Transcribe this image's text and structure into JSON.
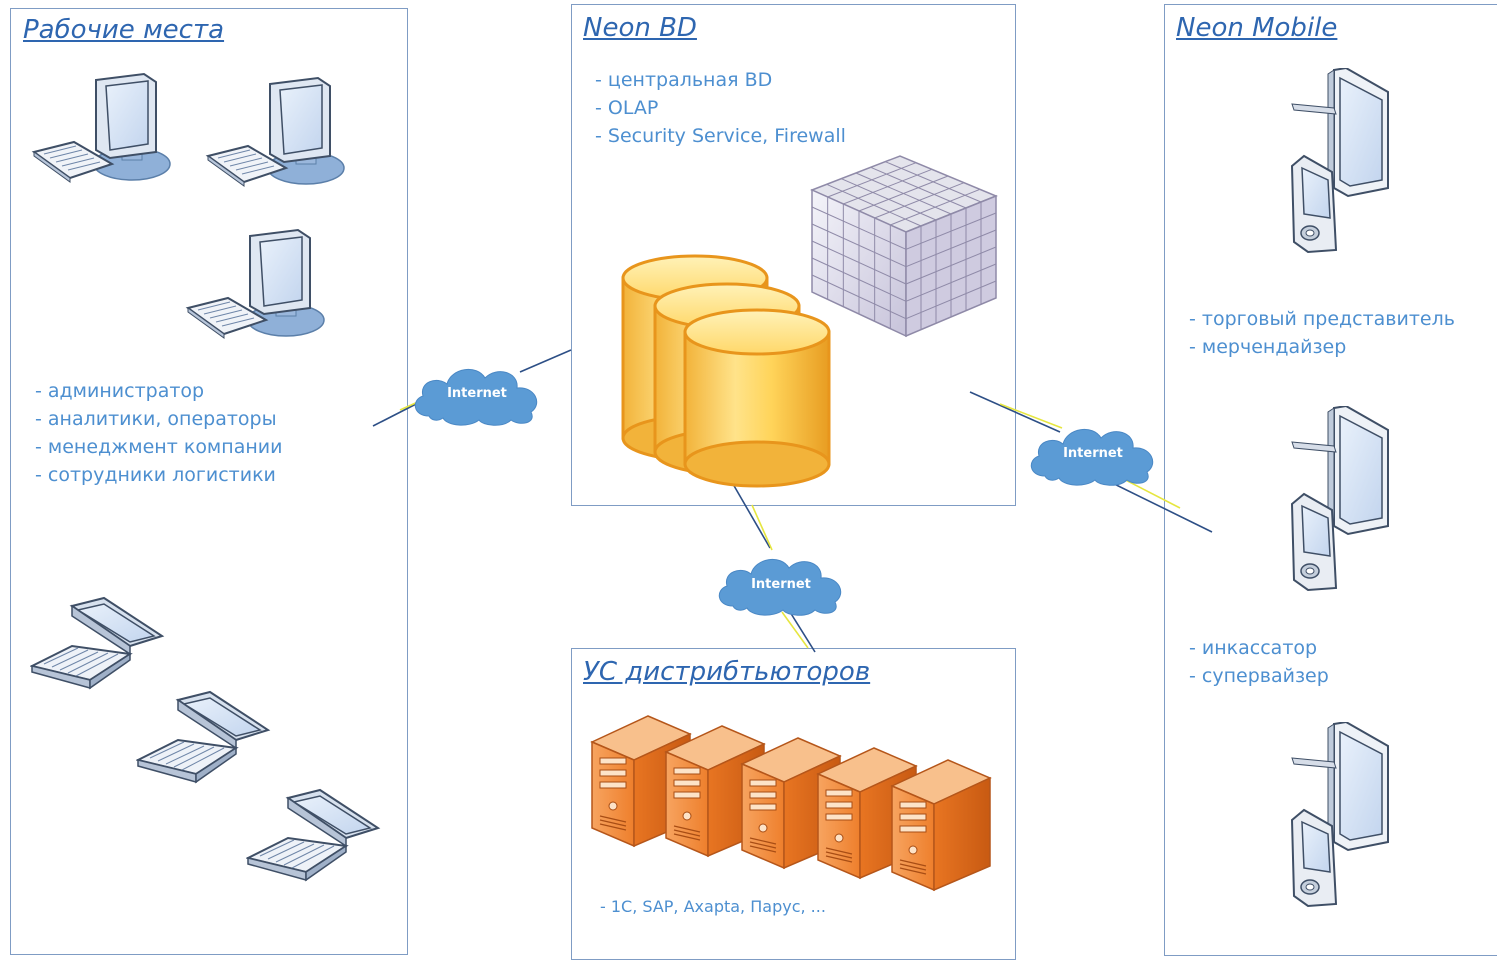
{
  "workplaces": {
    "title": "Рабочие места",
    "roles": [
      "- администратор",
      "- аналитики, операторы",
      "- менеджмент компании",
      "- сотрудники логистики"
    ]
  },
  "neon_bd": {
    "title": "Neon BD",
    "items": [
      "- центральная BD",
      "- OLAP",
      "- Security Service, Firewall"
    ]
  },
  "neon_mobile": {
    "title": "Neon Mobile",
    "group1": [
      "- торговый представитель",
      "- мерчендайзер"
    ],
    "group2": [
      "- инкассатор",
      "- супервайзер"
    ]
  },
  "distributors": {
    "title": "УС дистрибтьюторов",
    "systems": "- 1С, SAP, Axapta, Парус, ..."
  },
  "clouds": {
    "left": "Internet",
    "right": "Internet",
    "bottom": "Internet"
  },
  "colors": {
    "title": "#2e66b0",
    "text": "#4d8fd0",
    "cloud": "#5b9bd5",
    "border": "#7f9cc4"
  }
}
